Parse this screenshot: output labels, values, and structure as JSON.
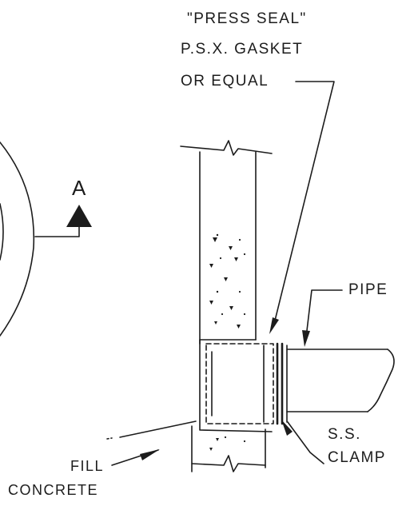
{
  "gasket_label": {
    "line1": "\"PRESS SEAL\"",
    "line2": "P.S.X. GASKET",
    "line3": "OR EQUAL"
  },
  "section_marker": "A",
  "pipe_label": "PIPE",
  "clamp_label": {
    "line1": "S.S.",
    "line2": "CLAMP"
  },
  "fill_label": {
    "line1": "FILL",
    "line2": "CONCRETE"
  },
  "colors": {
    "ink": "#1c1c1c",
    "background": "#ffffff"
  }
}
